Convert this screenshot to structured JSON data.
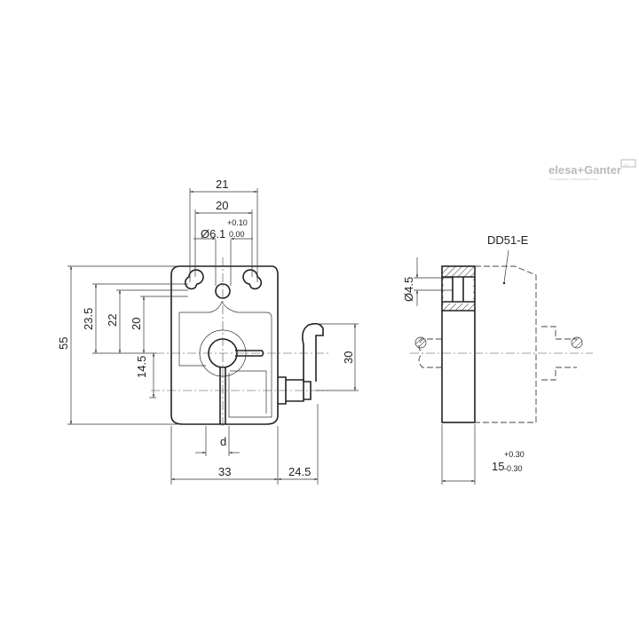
{
  "logo": {
    "brand": "elesa+Ganter",
    "badge": "CE",
    "copyright": "©Copyright | elesa-ganter.com"
  },
  "front_view": {
    "dims": {
      "width_21": "21",
      "width_20": "20",
      "hole_dia": "Ø6.1",
      "hole_tol_upper": "+0.10",
      "hole_tol_lower": "0.00",
      "height_55": "55",
      "height_23_5": "23.5",
      "height_22": "22",
      "height_20": "20",
      "height_14_5": "14.5",
      "lever_30": "30",
      "bore_d": "d",
      "width_33": "33",
      "lever_24_5": "24.5"
    }
  },
  "side_view": {
    "part_label": "DD51-E",
    "dims": {
      "hole_dia": "Ø4.5",
      "thickness": "15",
      "tol_upper": "+0.30",
      "tol_lower": "-0.30"
    }
  }
}
